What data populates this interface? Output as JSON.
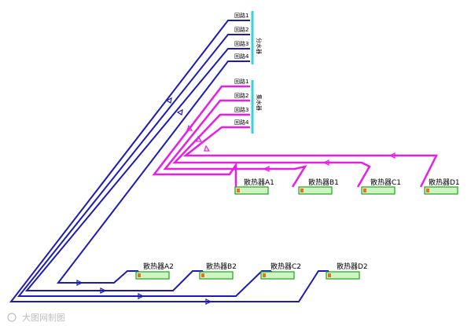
{
  "colors": {
    "supply": "#1c1cb4",
    "return": "#e81ee8",
    "manifold": "#35d3d8",
    "radiator_fill": "#cdf5c2",
    "radiator_border": "#1da51d",
    "radiator_valve": "#e8731e"
  },
  "manifold_labels": {
    "top": "分水器",
    "bottom": "集水器"
  },
  "manifold_top_outlets": [
    "回路1",
    "回路2",
    "回路3",
    "回路4"
  ],
  "manifold_bottom_outlets": [
    "回路1",
    "回路2",
    "回路3",
    "回路4"
  ],
  "radiators_upper": [
    "散热器A1",
    "散热器B1",
    "散热器C1",
    "散热器D1"
  ],
  "radiators_lower": [
    "散热器A2",
    "散热器B2",
    "散热器C2",
    "散热器D2"
  ],
  "watermark": "大图网制图"
}
